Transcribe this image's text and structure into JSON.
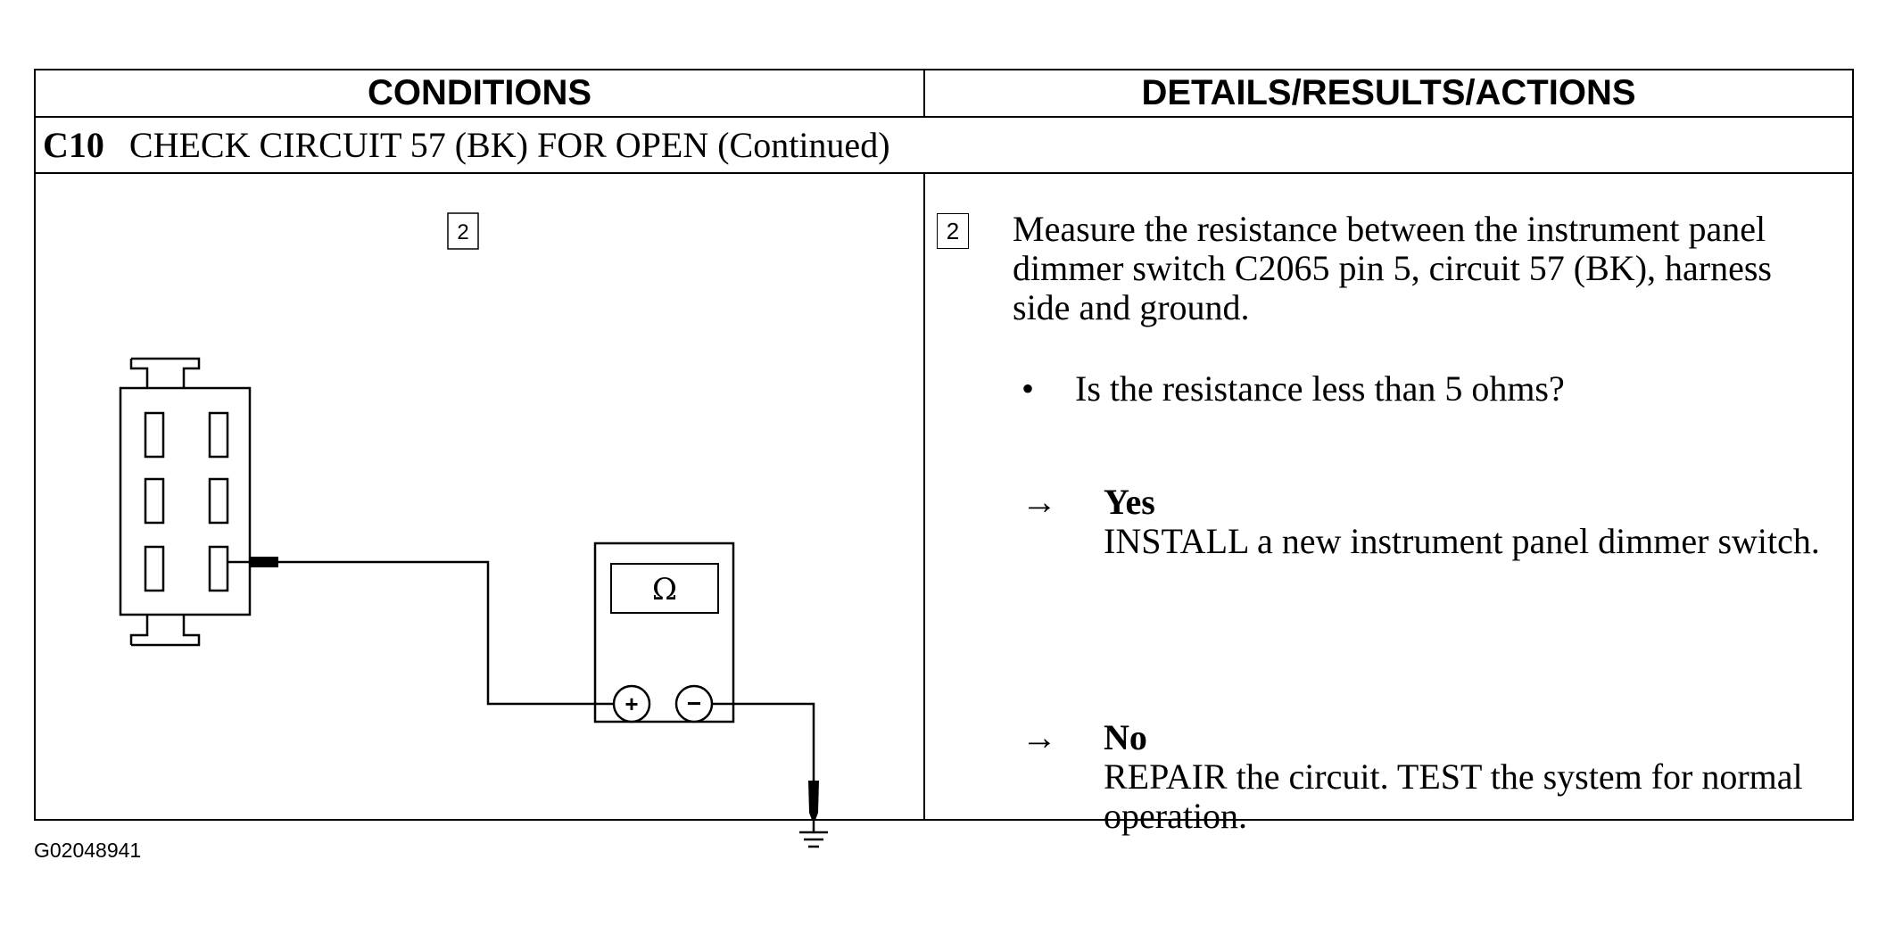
{
  "header": {
    "conditions": "CONDITIONS",
    "details": "DETAILS/RESULTS/ACTIONS"
  },
  "step": {
    "id": "C10",
    "title": "CHECK CIRCUIT 57 (BK) FOR OPEN (Continued)"
  },
  "diagram": {
    "step_number": "2",
    "meter_symbol": "Ω",
    "plus_symbol": "+",
    "minus_symbol": "−"
  },
  "details": {
    "step_number": "2",
    "instruction": "Measure the resistance between the instrument panel dimmer switch C2065 pin 5, circuit 57 (BK), harness side and ground.",
    "bullet": "•",
    "question": "Is the resistance less than 5 ohms?",
    "yes": {
      "arrow": "→",
      "label": "Yes",
      "text": "INSTALL a new instrument panel dimmer switch."
    },
    "no": {
      "arrow": "→",
      "label": "No",
      "text": "REPAIR the circuit. TEST the system for normal operation."
    }
  },
  "figure_id": "G02048941"
}
